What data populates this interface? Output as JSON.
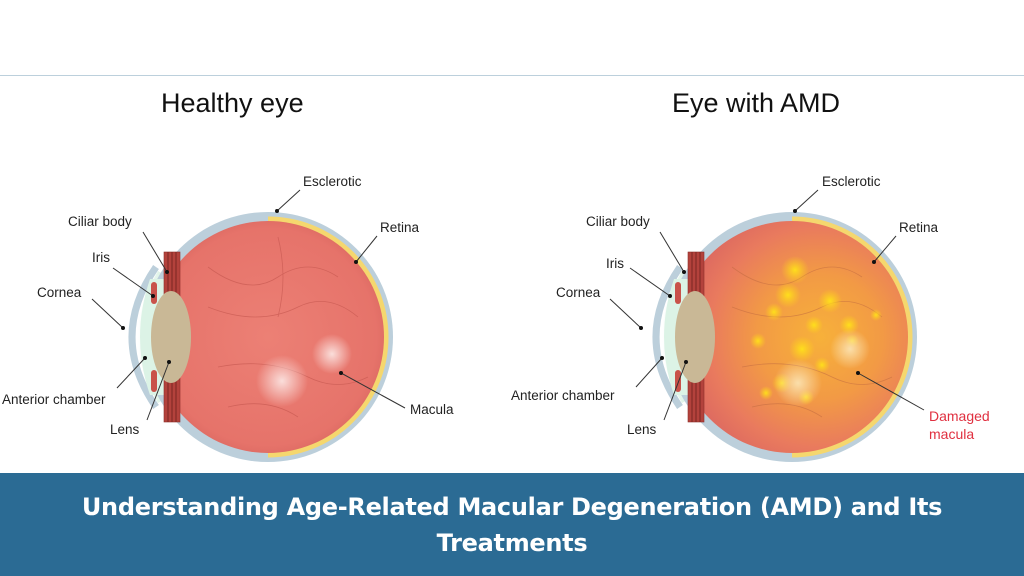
{
  "panels": [
    {
      "title": "Healthy eye",
      "labels": {
        "sclera": "Esclerotic",
        "retina": "Retina",
        "ciliary": "Ciliar body",
        "iris": "Iris",
        "cornea": "Cornea",
        "anterior": "Anterior chamber",
        "lens": "Lens",
        "macula": "Macula"
      }
    },
    {
      "title": "Eye with AMD",
      "labels": {
        "sclera": "Esclerotic",
        "retina": "Retina",
        "ciliary": "Ciliar body",
        "iris": "Iris",
        "cornea": "Cornea",
        "anterior": "Anterior chamber",
        "lens": "Lens",
        "macula_line1": "Damaged",
        "macula_line2": "macula"
      }
    }
  ],
  "colors": {
    "sclera": "#bccfdb",
    "retina": "#f5d76e",
    "interior": "#e8756a",
    "lens": "#c9b896",
    "cornea_fluid": "#dcf3e6",
    "ciliary": "#b3423c",
    "damaged_label": "#e03040",
    "banner": "#2b6b94"
  },
  "banner": {
    "title": "Understanding Age-Related Macular Degeneration (AMD) and Its Treatments"
  }
}
